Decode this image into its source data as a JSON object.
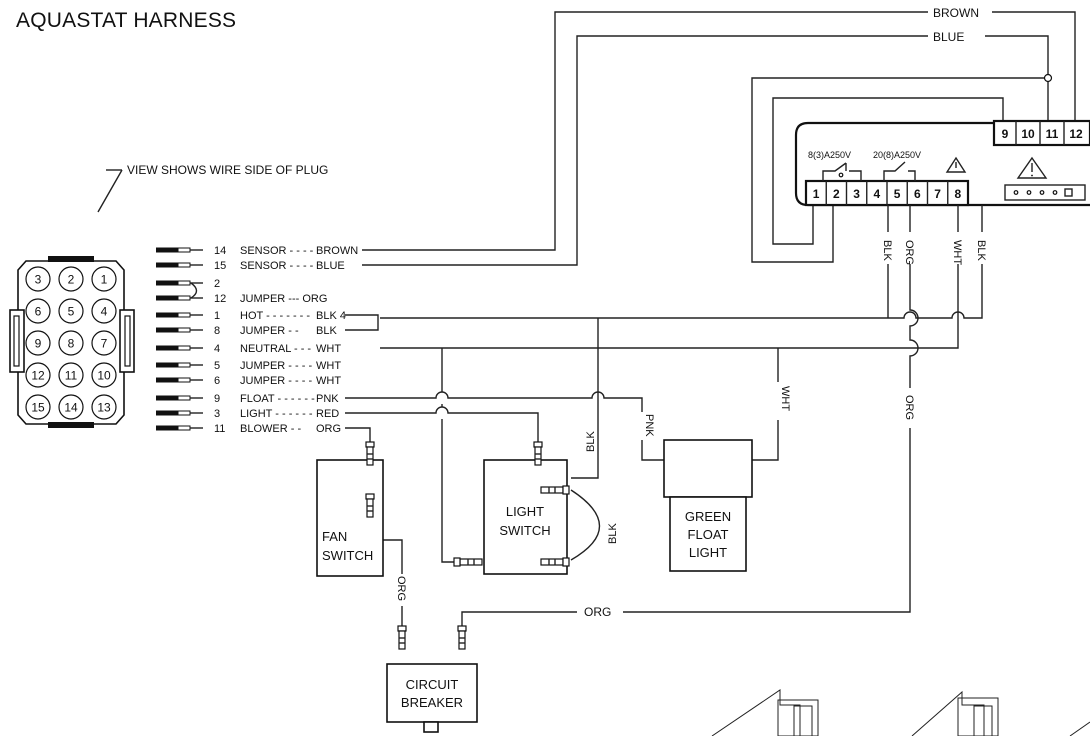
{
  "title": "AQUASTAT HARNESS",
  "plug_note": "VIEW SHOWS WIRE SIDE OF PLUG",
  "plug_pins": [
    "3",
    "2",
    "1",
    "6",
    "5",
    "4",
    "9",
    "8",
    "7",
    "12",
    "11",
    "10",
    "15",
    "14",
    "13"
  ],
  "harness_rows": [
    {
      "pin": "14",
      "func": "SENSOR - - - -",
      "color": "BROWN"
    },
    {
      "pin": "15",
      "func": "SENSOR - - - -",
      "color": "BLUE"
    },
    {
      "pin": "2",
      "func": "",
      "color": ""
    },
    {
      "pin": "12",
      "func": "JUMPER --- ORG",
      "color": ""
    },
    {
      "pin": "1",
      "func": "HOT - - - - - - -",
      "color": "BLK 4"
    },
    {
      "pin": "8",
      "func": "JUMPER - -",
      "color": "BLK"
    },
    {
      "pin": "4",
      "func": "NEUTRAL - - -",
      "color": "WHT"
    },
    {
      "pin": "5",
      "func": "JUMPER - - - -",
      "color": "WHT"
    },
    {
      "pin": "6",
      "func": "JUMPER - - - -",
      "color": "WHT"
    },
    {
      "pin": "9",
      "func": "FLOAT - - - - - -",
      "color": "PNK"
    },
    {
      "pin": "3",
      "func": "LIGHT - - - - - -",
      "color": "RED"
    },
    {
      "pin": "11",
      "func": "BLOWER - -",
      "color": "ORG"
    }
  ],
  "top_wire_labels": {
    "brown": "BROWN",
    "blue": "BLUE"
  },
  "aquastat": {
    "upper_terminals": [
      "9",
      "10",
      "11",
      "12"
    ],
    "lower_terminals": [
      "1",
      "2",
      "3",
      "4",
      "5",
      "6",
      "7",
      "8"
    ],
    "relay1_rating": "8(3)A250V",
    "relay2_rating": "20(8)A250V",
    "drop_labels": [
      "BLK",
      "ORG",
      "WHT",
      "BLK"
    ]
  },
  "wire_labels": {
    "blk_light_1": "BLK",
    "blk_light_2": "BLK",
    "pnk": "PNK",
    "wht": "WHT",
    "org_right": "ORG",
    "org_fan": "ORG",
    "org_bottom": "ORG"
  },
  "components": {
    "fan_switch": [
      "FAN",
      "SWITCH"
    ],
    "light_switch": [
      "LIGHT",
      "SWITCH"
    ],
    "green_float_light": [
      "GREEN",
      "FLOAT",
      "LIGHT"
    ],
    "circuit_breaker": [
      "CIRCUIT",
      "BREAKER"
    ]
  },
  "colors": {
    "ink": "#111111",
    "background": "#ffffff"
  }
}
